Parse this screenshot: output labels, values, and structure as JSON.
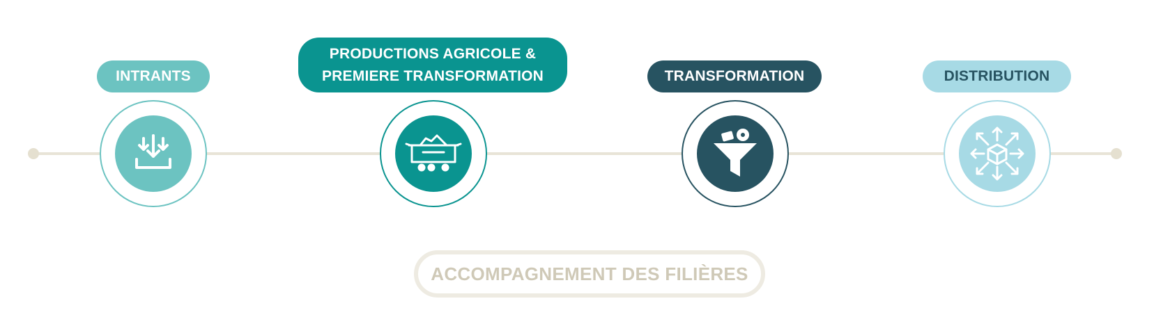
{
  "stages": [
    {
      "label": "INTRANTS",
      "icon": "input-arrows-icon",
      "color": "#6cc3c1"
    },
    {
      "label_line1": "PRODUCTIONS AGRICOLE &",
      "label_line2": "PREMIERE TRANSFORMATION",
      "icon": "harvest-cart-icon",
      "color": "#0a9490"
    },
    {
      "label": "TRANSFORMATION",
      "icon": "funnel-icon",
      "color": "#275361"
    },
    {
      "label": "DISTRIBUTION",
      "icon": "box-distribution-icon",
      "color": "#a7dae5"
    }
  ],
  "support": {
    "label": "ACCOMPAGNEMENT DES FILIÈRES",
    "color": "#cfc9b7"
  }
}
